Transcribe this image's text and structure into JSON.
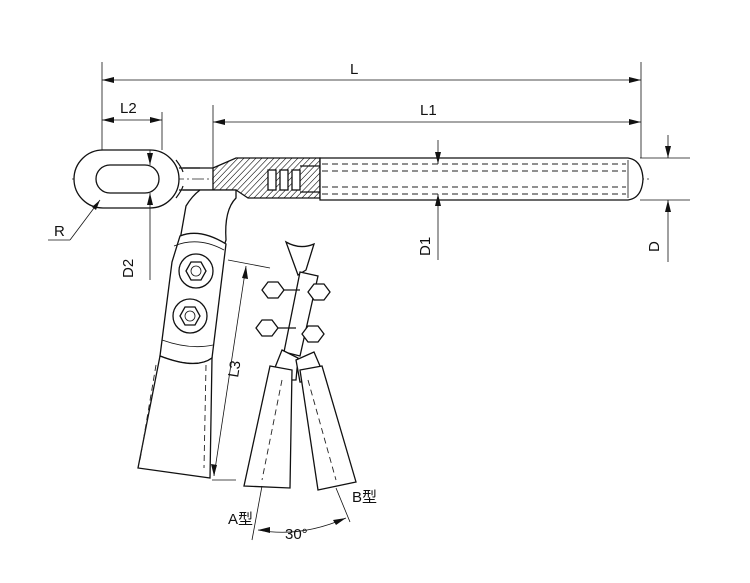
{
  "labels": {
    "L": "L",
    "L1": "L1",
    "L2": "L2",
    "L3": "L3",
    "D": "D",
    "D1": "D1",
    "D2": "D2",
    "R": "R",
    "type_a": "A型",
    "type_b": "B型",
    "angle": "30°"
  }
}
